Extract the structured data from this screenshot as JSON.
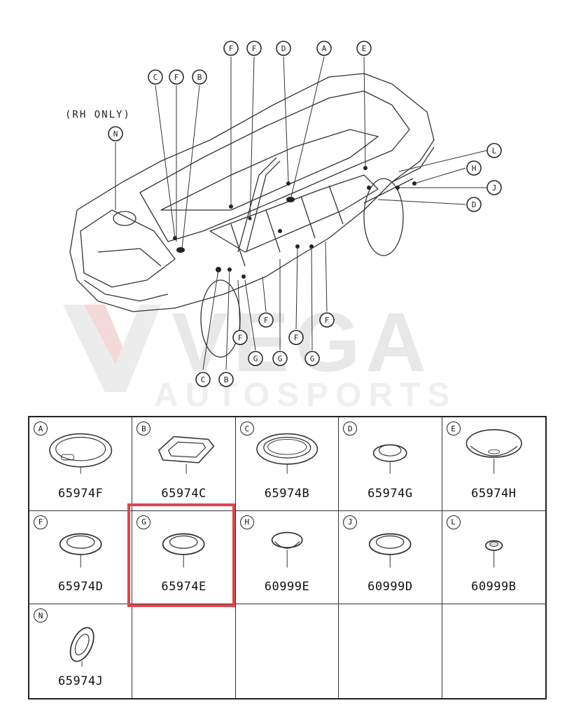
{
  "diagram": {
    "note": "(RH ONLY)",
    "callouts_top": [
      "F",
      "F",
      "D",
      "A",
      "E"
    ],
    "callouts_top_left": [
      "C",
      "F",
      "B"
    ],
    "callout_n": "N",
    "callouts_right": [
      "L",
      "H",
      "J",
      "D"
    ],
    "callouts_bottom": [
      "F",
      "F",
      "F",
      "F",
      "G",
      "G",
      "G",
      "C",
      "B"
    ]
  },
  "watermark": {
    "line1": "VEGA",
    "line2": "AUTOSPORTS",
    "color": "#e6e6e6"
  },
  "parts": [
    {
      "letter": "A",
      "part_number": "65974F",
      "shape": "large-grommet-tab"
    },
    {
      "letter": "B",
      "part_number": "65974C",
      "shape": "rect-plug"
    },
    {
      "letter": "C",
      "part_number": "65974B",
      "shape": "large-grommet"
    },
    {
      "letter": "D",
      "part_number": "65974G",
      "shape": "small-plug"
    },
    {
      "letter": "E",
      "part_number": "65974H",
      "shape": "dish-plug"
    },
    {
      "letter": "F",
      "part_number": "65974D",
      "shape": "round-plug"
    },
    {
      "letter": "G",
      "part_number": "65974E",
      "shape": "round-plug",
      "highlighted": true
    },
    {
      "letter": "H",
      "part_number": "60999E",
      "shape": "cap-plug"
    },
    {
      "letter": "J",
      "part_number": "60999D",
      "shape": "round-plug"
    },
    {
      "letter": "L",
      "part_number": "60999B",
      "shape": "tiny-plug"
    },
    {
      "letter": "N",
      "part_number": "65974J",
      "shape": "side-plug"
    },
    {
      "letter": "",
      "part_number": "",
      "shape": ""
    },
    {
      "letter": "",
      "part_number": "",
      "shape": ""
    },
    {
      "letter": "",
      "part_number": "",
      "shape": ""
    },
    {
      "letter": "",
      "part_number": "",
      "shape": ""
    }
  ],
  "highlight_color": "#e0454b"
}
